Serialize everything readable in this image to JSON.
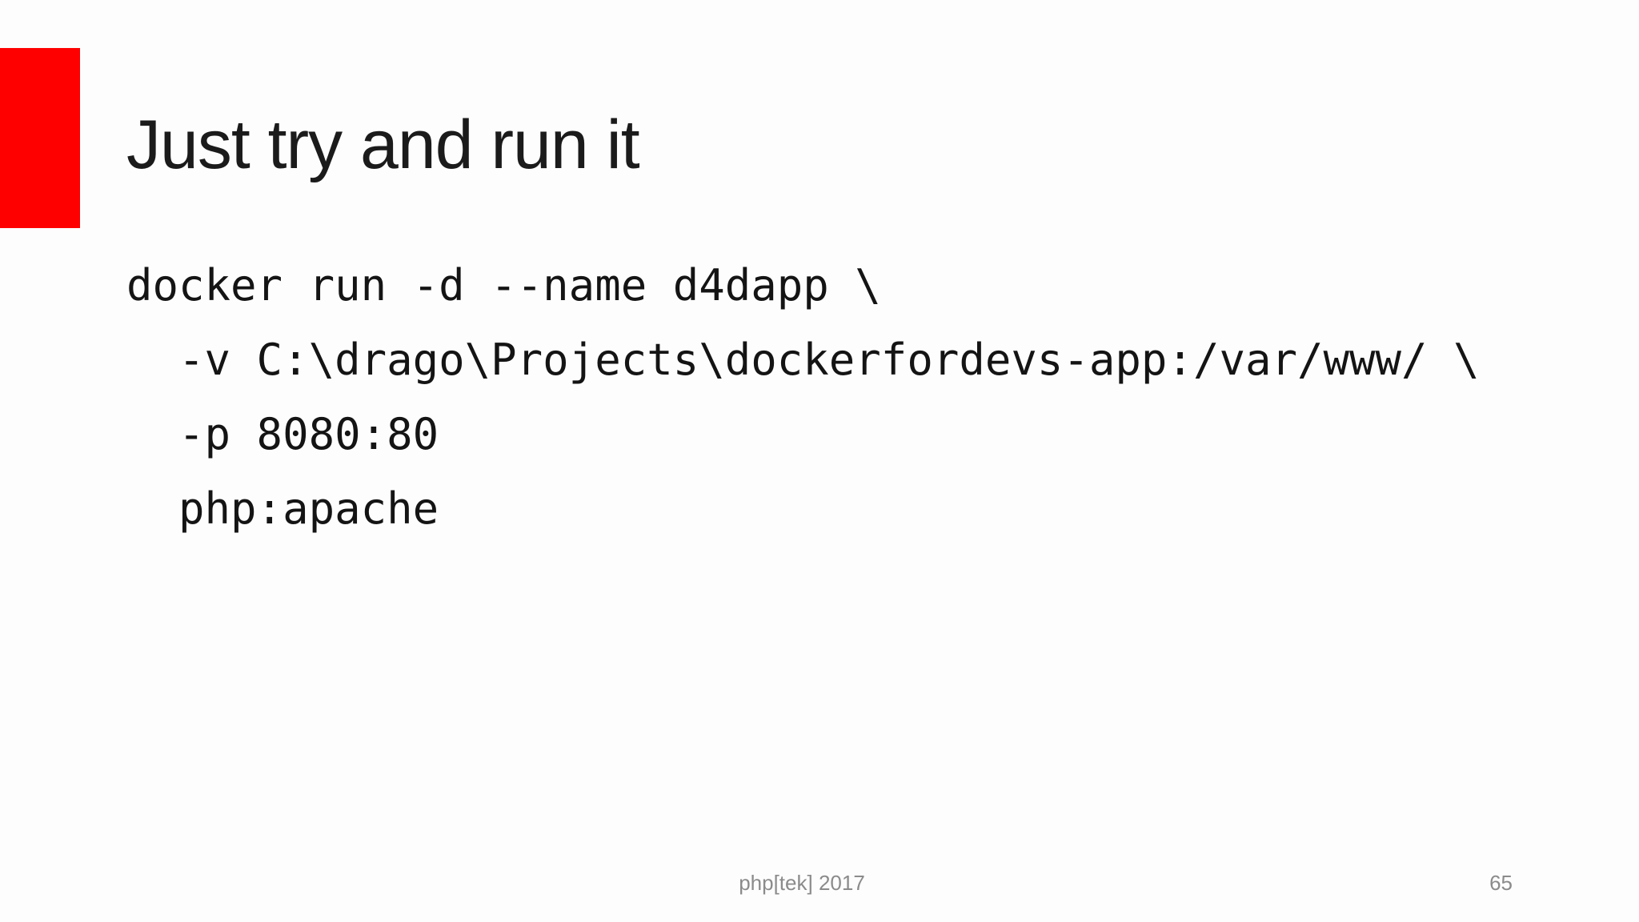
{
  "colors": {
    "accent": "#fe0000",
    "background": "#fdfdfd",
    "text": "#1b1b1b",
    "muted": "#8b8b8b"
  },
  "slide": {
    "title": "Just try and run it",
    "code_lines": [
      "docker run -d --name d4dapp \\",
      "  -v C:\\drago\\Projects\\dockerfordevs-app:/var/www/ \\",
      "  -p 8080:80",
      "  php:apache"
    ],
    "footer_text": "php[tek] 2017",
    "page_number": "65"
  }
}
